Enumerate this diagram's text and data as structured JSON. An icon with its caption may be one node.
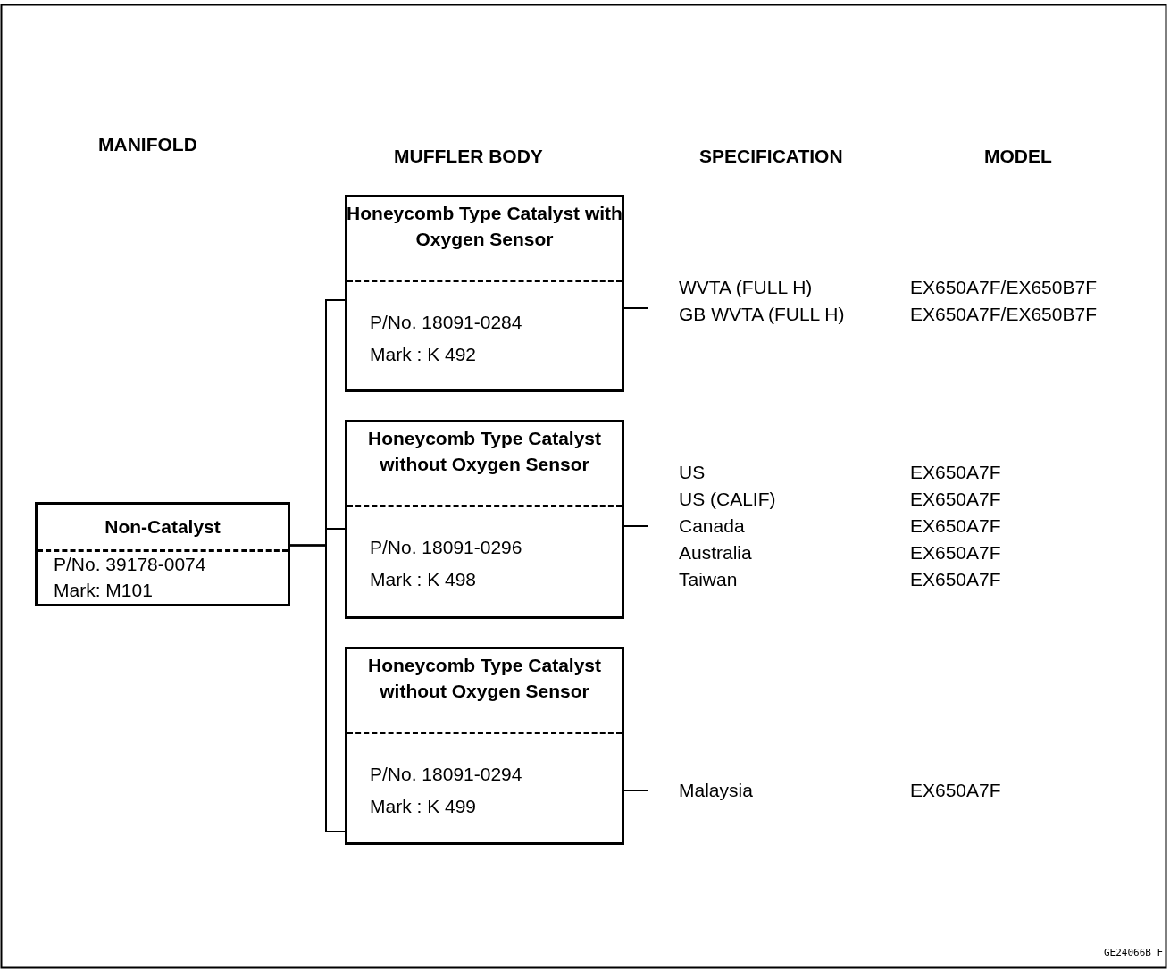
{
  "diagram": {
    "nodes": [
      {
        "text": [
          "Non-Catalyst",
          "P/No. 39178-0074",
          "Mark: M101"
        ]
      },
      {
        "text": [
          "Honeycomb Type Catalyst with Oxygen Sensor",
          "P/No. 18091-0284",
          "Mark : K 492"
        ]
      },
      {
        "text": [
          "Honeycomb Type Catalyst without Oxygen Sensor",
          "P/No. 18091-0296",
          "Mark : K 498"
        ]
      },
      {
        "text": [
          "Honeycomb Type Catalyst without Oxygen Sensor",
          "P/No. 18091-0294",
          "Mark : K 499"
        ]
      },
      {
        "text": [
          "WVTA (FULL H)",
          "GB WVTA (FULL H)"
        ]
      },
      {
        "text": [
          "US",
          "US (CALIF)",
          "Canada",
          "Australia",
          "Taiwan"
        ]
      },
      {
        "text": [
          "Malaysia"
        ]
      }
    ],
    "edges": [
      {
        "from": 0,
        "to": 1,
        "arrow": "none"
      },
      {
        "from": 0,
        "to": 2,
        "arrow": "none"
      },
      {
        "from": 0,
        "to": 3,
        "arrow": "none"
      },
      {
        "from": 1,
        "to": 4,
        "arrow": "none"
      },
      {
        "from": 2,
        "to": 5,
        "arrow": "none"
      },
      {
        "from": 3,
        "to": 6,
        "arrow": "none"
      }
    ],
    "labels": [
      "MANIFOLD",
      "MUFFLER BODY",
      "SPECIFICATION",
      "MODEL",
      "EX650A7F/EX650B7F",
      "EX650A7F/EX650B7F",
      "EX650A7F",
      "EX650A7F",
      "EX650A7F",
      "EX650A7F",
      "EX650A7F",
      "EX650A7F",
      "GE24066B F"
    ]
  }
}
